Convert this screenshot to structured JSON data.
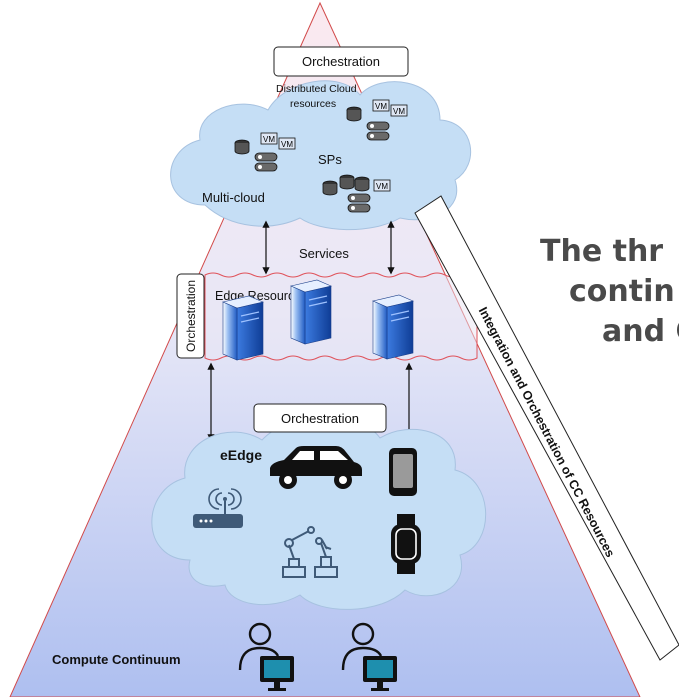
{
  "diagram": {
    "orchestration_top": "Orchestration",
    "distributed_cloud": [
      "Distributed Cloud",
      "resources"
    ],
    "sps": "SPs",
    "multi_cloud": "Multi-cloud",
    "vm": "VM",
    "services": "Services",
    "orchestration_left": "Orchestration",
    "edge_resources": "Edge Resources",
    "orchestration_middle": "Orchestration",
    "eedge": "eEdge",
    "compute_continuum": "Compute Continuum",
    "banner": "Integration and Orchestration of CC Resources",
    "heading_lines": [
      "The thr",
      "contin",
      "and C"
    ]
  },
  "colors": {
    "triangle_top": "#fbe9ef",
    "triangle_bottom": "#aebff0",
    "triangle_stroke": "#d24a4a",
    "cloud_fill": "#c5def5",
    "edge_box_stroke": "#e0525a",
    "server_blue": "#2f6fd6",
    "device_black": "#1a1a1a",
    "heading_color": "#4a4a4a"
  }
}
